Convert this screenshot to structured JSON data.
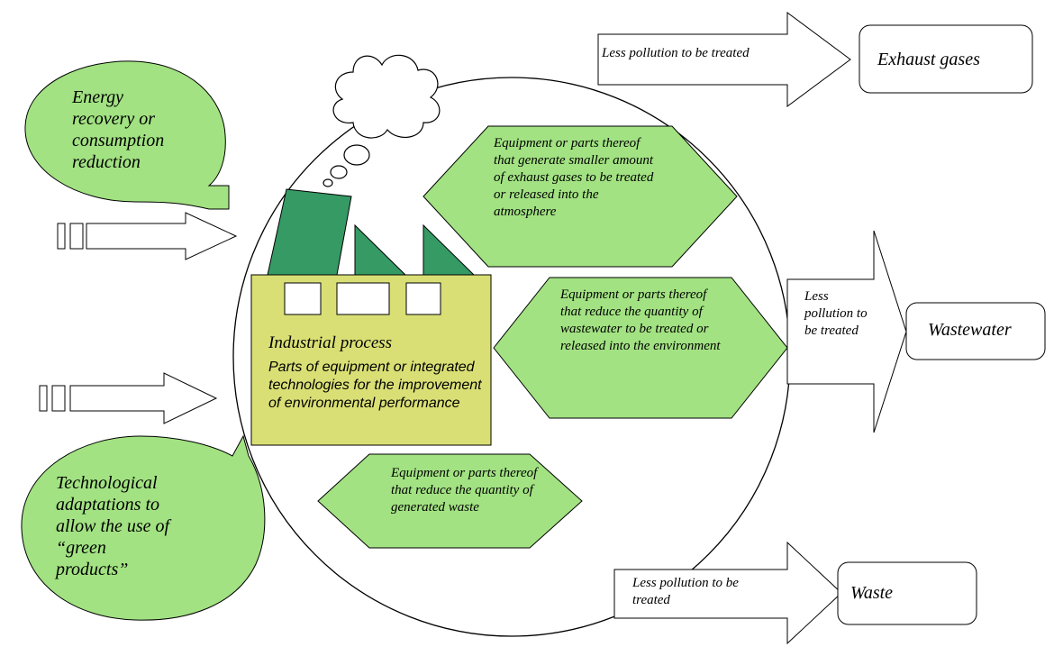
{
  "colors": {
    "light_green": "#a2e282",
    "dark_green": "#359a64",
    "factory_yellow": "#d9df75",
    "outline": "#000000"
  },
  "icons": [
    "thought-cloud-icon",
    "factory-icon",
    "arrow-icon"
  ],
  "inputs": {
    "energy": {
      "text": "Energy recovery or consumption reduction"
    },
    "technological": {
      "text": "Technological adaptations to allow the use of “green products”"
    }
  },
  "factory": {
    "title": "Industrial process",
    "subtitle": "Parts of equipment or integrated technologies for the improvement of environmental performance"
  },
  "measures": {
    "exhaust": "Equipment or parts thereof that generate smaller amount of exhaust gases to be treated or released into the atmosphere",
    "wastewater": "Equipment or parts thereof that reduce the quantity of wastewater to be treated or released into the environment",
    "waste": "Equipment or parts thereof that reduce the quantity of generated waste"
  },
  "outputs": {
    "exhaust": {
      "arrow_label": "Less pollution to be treated",
      "box_label": "Exhaust gases"
    },
    "wastewater": {
      "arrow_label": "Less pollution to be treated",
      "box_label": "Wastewater"
    },
    "waste": {
      "arrow_label": "Less pollution to be treated",
      "box_label": "Waste"
    }
  }
}
